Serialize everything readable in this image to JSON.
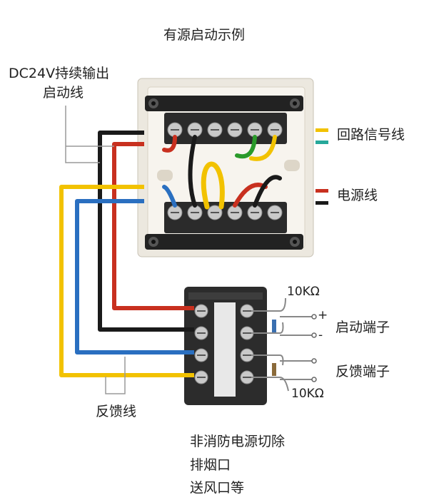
{
  "title": "有源启动示例",
  "labels": {
    "dc_output_line1": "DC24V持续输出",
    "dc_output_line2": "启动线",
    "loop_signal": "回路信号线",
    "power_line": "电源线",
    "start_terminal": "启动端子",
    "feedback_terminal": "反馈端子",
    "feedback_line": "反馈线",
    "resistor_top": "10KΩ",
    "resistor_bottom": "10KΩ",
    "plus": "+",
    "minus": "-"
  },
  "targets": [
    "非消防电源切除",
    "排烟口",
    "送风口等"
  ],
  "wire_colors": {
    "red": "#c8301f",
    "black": "#1a1a1a",
    "yellow": "#f2c200",
    "blue": "#2a6fc0",
    "green": "#2a9a2a",
    "teal": "#26a89a"
  }
}
